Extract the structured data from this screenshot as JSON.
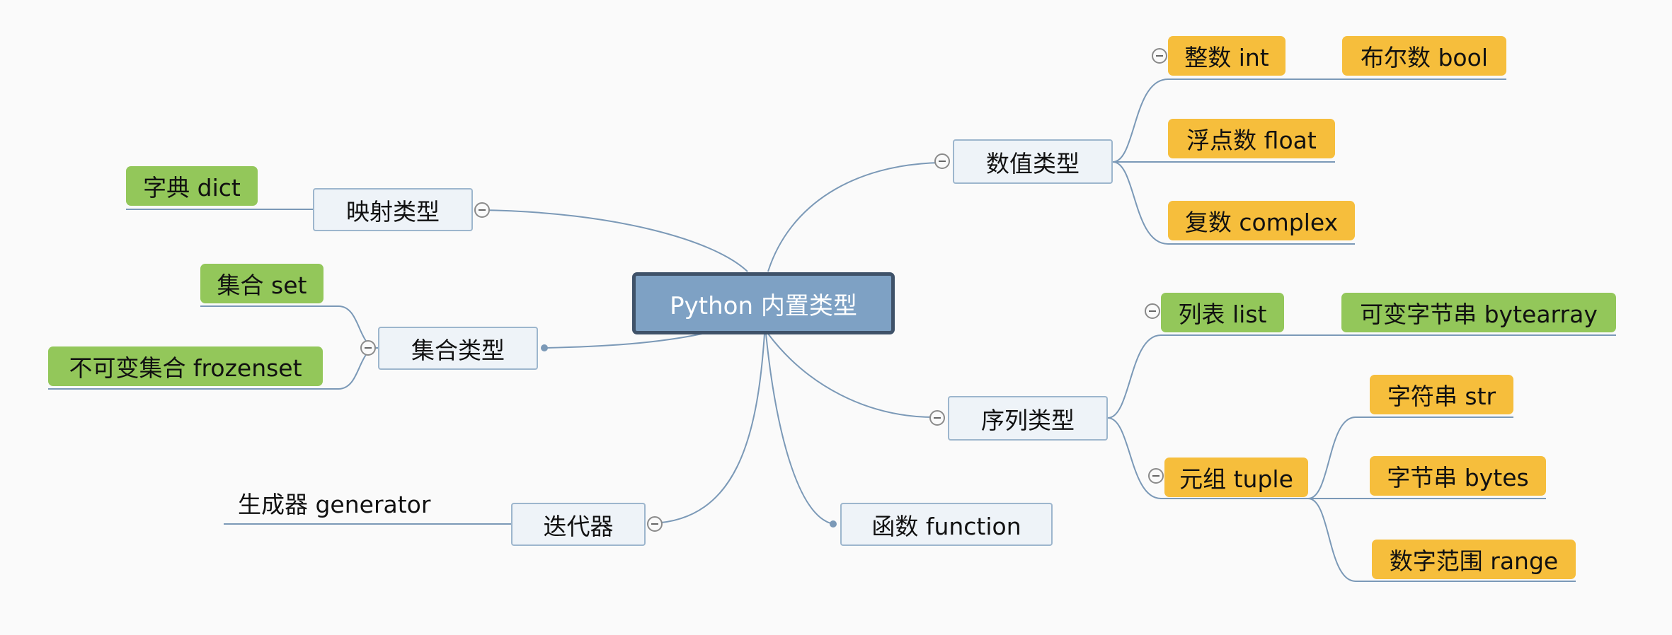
{
  "root": "Python 内置类型",
  "numeric": {
    "label": "数值类型",
    "int": "整数 int",
    "bool": "布尔数 bool",
    "float": "浮点数 float",
    "complex": "复数 complex"
  },
  "sequence": {
    "label": "序列类型",
    "list": "列表 list",
    "bytearray": "可变字节串 bytearray",
    "tuple": "元组 tuple",
    "str": "字符串 str",
    "bytes": "字节串 bytes",
    "range": "数字范围 range"
  },
  "mapping": {
    "label": "映射类型",
    "dict": "字典 dict"
  },
  "set_types": {
    "label": "集合类型",
    "set": "集合 set",
    "frozenset": "不可变集合 frozenset"
  },
  "iterator": {
    "label": "迭代器",
    "generator": "生成器 generator"
  },
  "function": "函数 function",
  "colors": {
    "root_fill": "#7ea1c4",
    "root_border": "#3f5269",
    "topic_fill": "#eef3f8",
    "topic_border": "#9db6cd",
    "green_tag": "#93c75a",
    "yellow_tag": "#f6be3c",
    "connector": "#7b99b7"
  }
}
